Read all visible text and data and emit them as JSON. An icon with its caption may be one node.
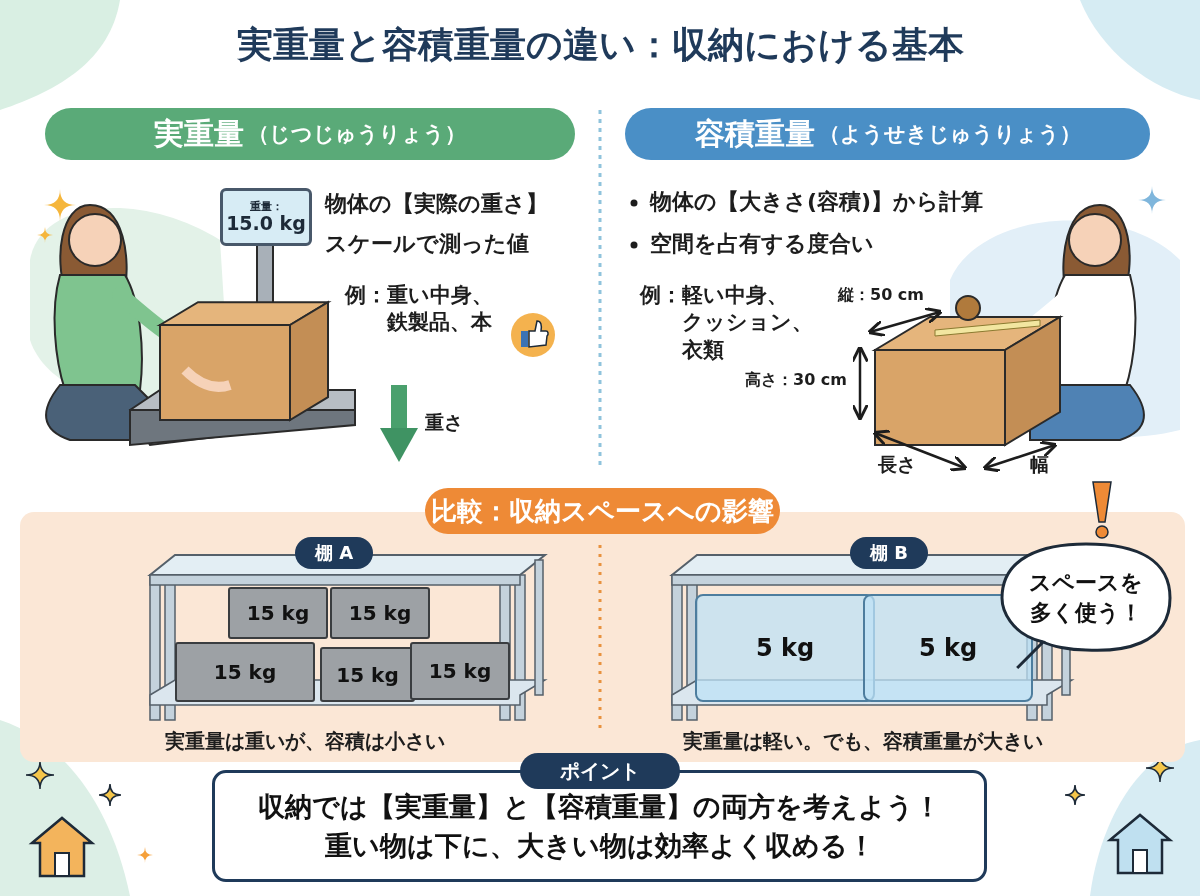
{
  "diagram": {
    "title": "実重量と容積重量の違い：収納における基本",
    "nodes": [
      {
        "text": [
          "実重量",
          "（じつじゅうりょう）"
        ]
      },
      {
        "text": [
          "容積重量",
          "（ようせきじゅうりょう）"
        ]
      },
      {
        "text": [
          "重量：",
          "15.0 kg"
        ]
      },
      {
        "text": [
          "比較：収納スペースへの影響"
        ]
      },
      {
        "text": [
          "棚 A"
        ],
        "in": 3
      },
      {
        "text": [
          "15 kg"
        ],
        "in": 3
      },
      {
        "text": [
          "15 kg"
        ],
        "in": 3
      },
      {
        "text": [
          "15 kg"
        ],
        "in": 3
      },
      {
        "text": [
          "15 kg"
        ],
        "in": 3
      },
      {
        "text": [
          "15 kg"
        ],
        "in": 3
      },
      {
        "text": [
          "棚 B"
        ],
        "in": 3
      },
      {
        "text": [
          "5 kg"
        ],
        "in": 3
      },
      {
        "text": [
          "5 kg"
        ],
        "in": 3
      },
      {
        "text": [
          "スペースを多く使う！"
        ],
        "in": 3
      },
      {
        "text": [
          "ポイント",
          "収納では**【実重量】**と**【容積重量】**の両方を考えよう！重い物は下に、大きい物は効率よく収める！"
        ]
      }
    ],
    "labels": [
      "物体の【実際の重さ】",
      "スケールで測った値",
      "例：重い中身、鉄製品、本",
      "重さ",
      "物体の【大きさ(容積)】から計算",
      "空間を占有する度合い",
      "例：軽い中身、クッション、衣類",
      "縦：50 cm",
      "高さ：30 cm",
      "長さ",
      "幅",
      "実重量は重いが、容積は小さい",
      "実重量は軽い。でも、容積重量が大きい"
    ]
  }
}
